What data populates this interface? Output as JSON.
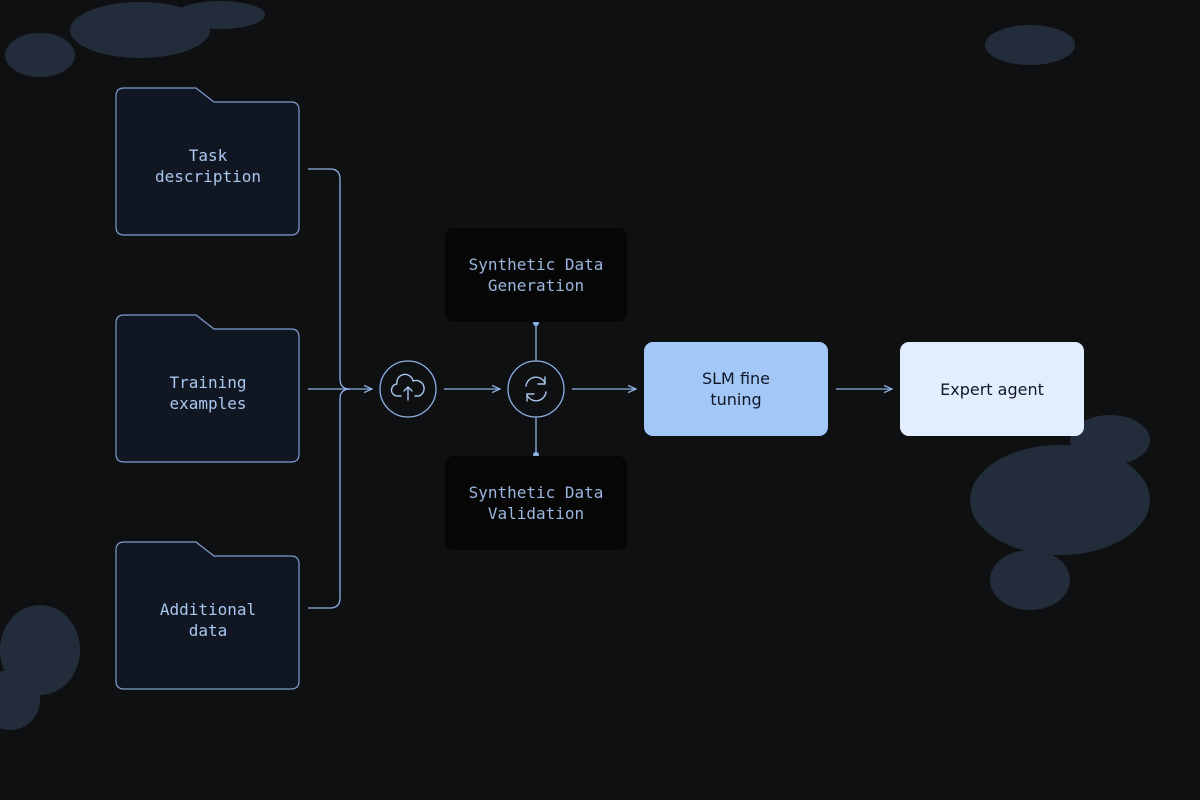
{
  "inputs": [
    {
      "label": "Task\ndescription"
    },
    {
      "label": "Training\nexamples"
    },
    {
      "label": "Additional\ndata"
    }
  ],
  "icons": {
    "upload": "cloud-upload-icon",
    "cycle": "refresh-icon"
  },
  "synthetic": {
    "generation": "Synthetic Data\nGeneration",
    "validation": "Synthetic Data\nValidation"
  },
  "stages": {
    "fine_tuning": "SLM fine\ntuning",
    "expert": "Expert agent"
  },
  "colors": {
    "background": "#0f1012",
    "line": "#8fb0e6",
    "folder_fill": "#111722",
    "folder_stroke": "#7e9ccf",
    "synthetic_box": "#060607",
    "fine_tuning_fill": "#a3c8f7",
    "expert_fill": "#e2edff"
  }
}
